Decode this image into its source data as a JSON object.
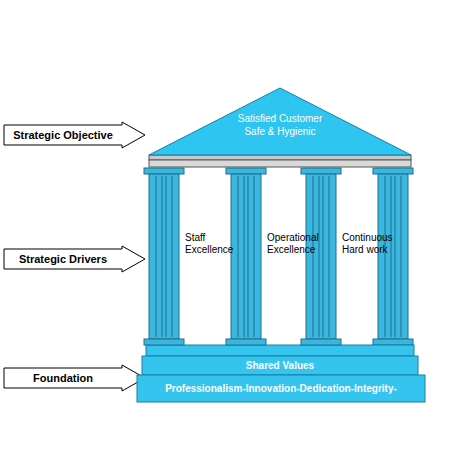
{
  "diagram": {
    "nodes": [
      {
        "text": [
          "Strategic Objective"
        ]
      },
      {
        "text": [
          "Satisfied Customer",
          "Safe & Hygienic"
        ]
      },
      {
        "text": [
          "Strategic Drivers"
        ]
      },
      {
        "text": [
          "Staff Excellence"
        ]
      },
      {
        "text": [
          "Operational Excellence"
        ]
      },
      {
        "text": [
          "Continuous Hard work"
        ]
      },
      {
        "text": [
          "Foundation"
        ]
      },
      {
        "text": [
          "Shared Values"
        ]
      },
      {
        "text": [
          "Professionalism-Innovation-Dedication-Integrity-"
        ]
      }
    ]
  }
}
